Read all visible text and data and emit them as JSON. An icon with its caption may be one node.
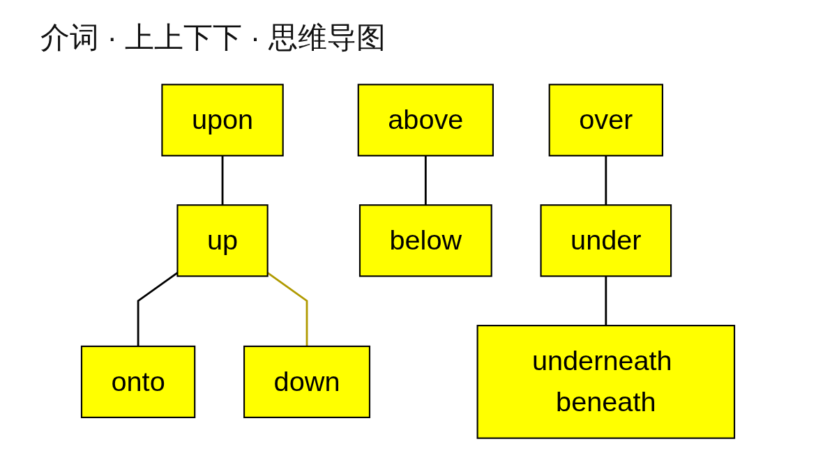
{
  "diagram": {
    "title": "介词 · 上上下下 · 思维导图",
    "nodes": [
      {
        "text": [
          "upon"
        ]
      },
      {
        "text": [
          "above"
        ]
      },
      {
        "text": [
          "over"
        ]
      },
      {
        "text": [
          "up"
        ]
      },
      {
        "text": [
          "onto"
        ]
      },
      {
        "text": [
          "below"
        ]
      },
      {
        "text": [
          "under"
        ]
      },
      {
        "text": [
          "down"
        ]
      },
      {
        "text": [
          "underneath beneath"
        ]
      }
    ],
    "edges": [
      {
        "from": 0,
        "to": 3,
        "arrow": "none"
      },
      {
        "from": 3,
        "to": 4,
        "arrow": "none"
      },
      {
        "from": 1,
        "to": 5,
        "arrow": "none"
      },
      {
        "from": 2,
        "to": 6,
        "arrow": "none"
      },
      {
        "from": 3,
        "to": 7,
        "arrow": "none",
        "color": "#b09a00"
      },
      {
        "from": 6,
        "to": 8,
        "arrow": "none"
      }
    ]
  }
}
